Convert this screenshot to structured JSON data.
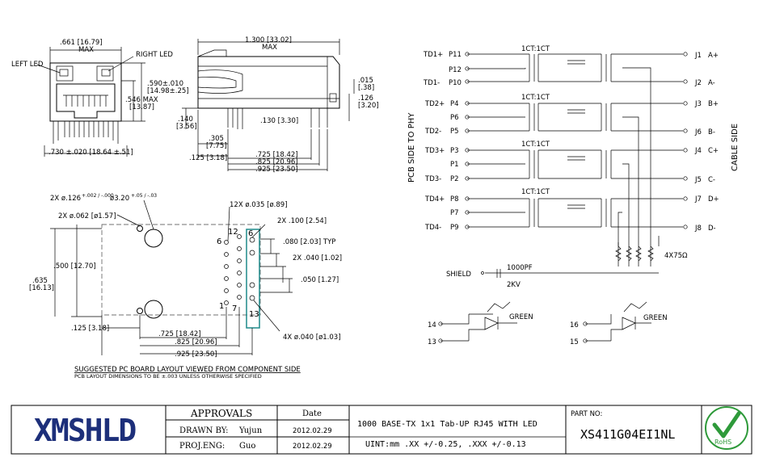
{
  "front_view": {
    "left_led": "LEFT LED",
    "right_led": "RIGHT LED",
    "dim_width_top": ".661 [16.79]",
    "dim_max": "MAX",
    "dim_height": ".590±.010",
    "dim_height_mm": "[14.98±.25]",
    "dim_546": ".546 MAX",
    "dim_546_mm": "[13.87]",
    "dim_140": ".140",
    "dim_140_mm": "[3.56]",
    "dim_width_bottom": ".730 ±.020  [18.64 ±.51]"
  },
  "side_view": {
    "dim_top": "1.300 [33.02]",
    "dim_max": "MAX",
    "dim_015": ".015",
    "dim_015_mm": "[.38]",
    "dim_126": ".126",
    "dim_126_mm": "[3.20]",
    "dim_130": ".130 [3.30]",
    "dim_305": ".305",
    "dim_305_mm": "[7.75]",
    "dim_125": ".125 [3.18]",
    "dim_725": ".725 [18.42]",
    "dim_825": ".825 [20.96]",
    "dim_925": ".925 [23.50]"
  },
  "pcb_layout": {
    "hole_large_a": "2X ø.126",
    "hole_large_tol": "+.002 / -.000",
    "hole_large_mm": "ø3.20",
    "hole_large_mm_tol": "+.05 / -.03",
    "hole_small": "2X ø.062 [ø1.57]",
    "pins_12x": "12X ø.035 [ø.89]",
    "pitch_100": "2X .100 [2.54]",
    "dim_080": ".080 [2.03] TYP",
    "dim_040": "2X .040 [1.02]",
    "dim_050": ".050 [1.27]",
    "dim_500": ".500 [12.70]",
    "dim_635": ".635",
    "dim_635_mm": "[16.13]",
    "dim_125": ".125 [3.18]",
    "dim_725": ".725 [18.42]",
    "dim_825": ".825 [20.96]",
    "dim_925": ".925 [23.50]",
    "led_holes": "4X ø.040 [ø1.03]",
    "pin_6": "6",
    "pin_12": "12",
    "pin_6b": "6",
    "pin_1": "1",
    "pin_7": "7",
    "pin_13": "13",
    "caption": "SUGGESTED PC BOARD LAYOUT VIEWED FROM COMPONENT SIDE",
    "caption_sub": "PCB LAYOUT DIMENSIONS TO BE ±.003 UNLESS OTHERWISE SPECIFIED"
  },
  "schematic": {
    "pcb_side": "PCB SIDE TO PHY",
    "cable_side": "CABLE SIDE",
    "ratio": "1CT:1CT",
    "channels": [
      {
        "plus": "TD1+",
        "pp": "P11",
        "ct": "P12",
        "minus": "TD1-",
        "pm": "P10",
        "ja": "J1",
        "ja_sig": "A+",
        "jb": "J2",
        "jb_sig": "A-"
      },
      {
        "plus": "TD2+",
        "pp": "P4",
        "ct": "P6",
        "minus": "TD2-",
        "pm": "P5",
        "ja": "J3",
        "ja_sig": "B+",
        "jb": "J6",
        "jb_sig": "B-"
      },
      {
        "plus": "TD3+",
        "pp": "P3",
        "ct": "P1",
        "minus": "TD3-",
        "pm": "P2",
        "ja": "J4",
        "ja_sig": "C+",
        "jb": "J5",
        "jb_sig": "C-"
      },
      {
        "plus": "TD4+",
        "pp": "P8",
        "ct": "P7",
        "minus": "TD4-",
        "pm": "P9",
        "ja": "J7",
        "ja_sig": "D+",
        "jb": "J8",
        "jb_sig": "D-"
      }
    ],
    "resistors": "4X75Ω",
    "shield": "SHIELD",
    "cap": "1000PF",
    "cap_v": "2KV",
    "led1_a": "14",
    "led1_k": "13",
    "led1_color": "GREEN",
    "led2_a": "16",
    "led2_k": "15",
    "led2_color": "GREEN"
  },
  "title_block": {
    "logo": "XMSHLD",
    "approvals": "APPROVALS",
    "date_header": "Date",
    "drawn_label": "DRAWN BY:",
    "drawn_name": "Yujun",
    "drawn_date": "2012.02.29",
    "eng_label": "PROJ.ENG:",
    "eng_name": "Guo",
    "eng_date": "2012.02.29",
    "description": "1000 BASE-TX 1x1 Tab-UP RJ45 WITH LED",
    "unit": "UINT:mm .XX +/-0.25, .XXX +/-0.13",
    "part_label": "PART NO:",
    "part_no": "XS411G04EI1NL",
    "rohs": "RoHS",
    "colors": {
      "logo": "#1d2f7a",
      "rohs": "#2e9a3a",
      "highlight": "#1e8a8a"
    }
  }
}
